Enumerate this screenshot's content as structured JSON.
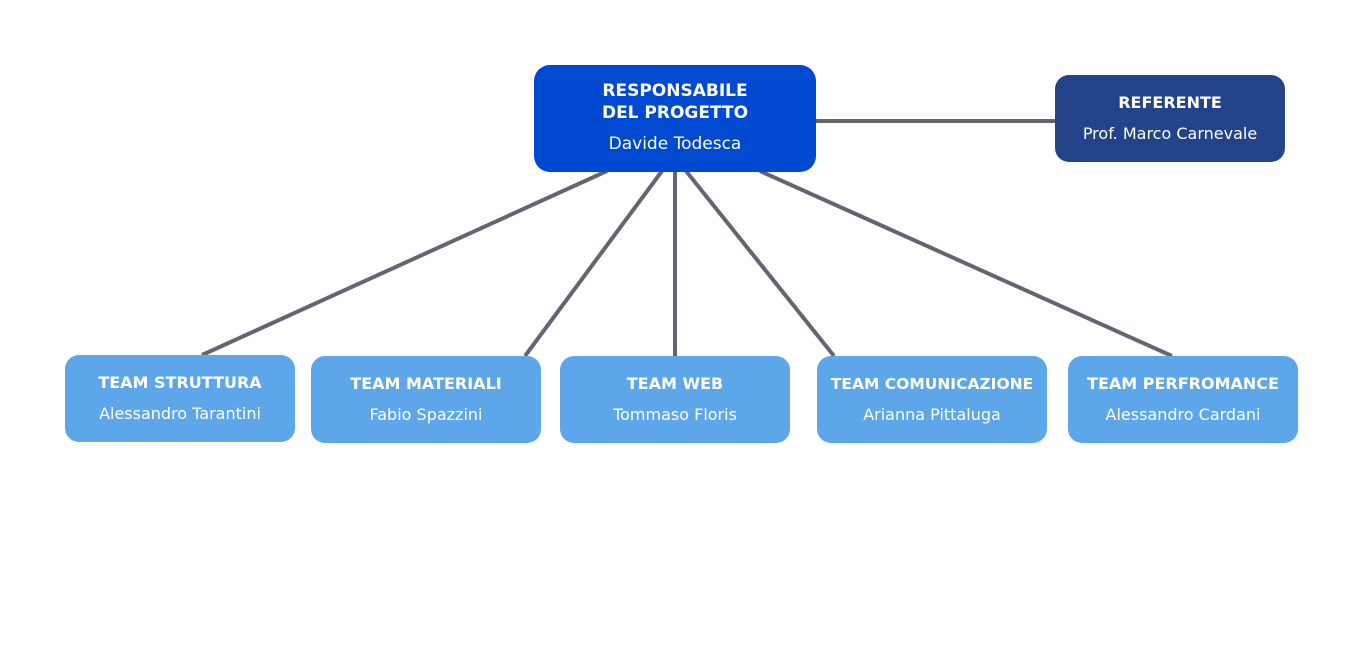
{
  "colors": {
    "connector": "#626673",
    "responsabile": "#0049d1",
    "referente": "#234489",
    "team": "#5ea6ea",
    "text": "#ffffff"
  },
  "responsabile": {
    "title": "RESPONSABILE\nDEL PROGETTO",
    "person": "Davide Todesca"
  },
  "referente": {
    "title": "REFERENTE",
    "person": "Prof. Marco Carnevale"
  },
  "teams": [
    {
      "title": "TEAM STRUTTURA",
      "person": "Alessandro Tarantini"
    },
    {
      "title": "TEAM MATERIALI",
      "person": "Fabio Spazzini"
    },
    {
      "title": "TEAM WEB",
      "person": "Tommaso Floris"
    },
    {
      "title": "TEAM COMUNICAZIONE",
      "person": "Arianna Pittaluga"
    },
    {
      "title": "TEAM PERFROMANCE",
      "person": "Alessandro Cardani"
    }
  ]
}
